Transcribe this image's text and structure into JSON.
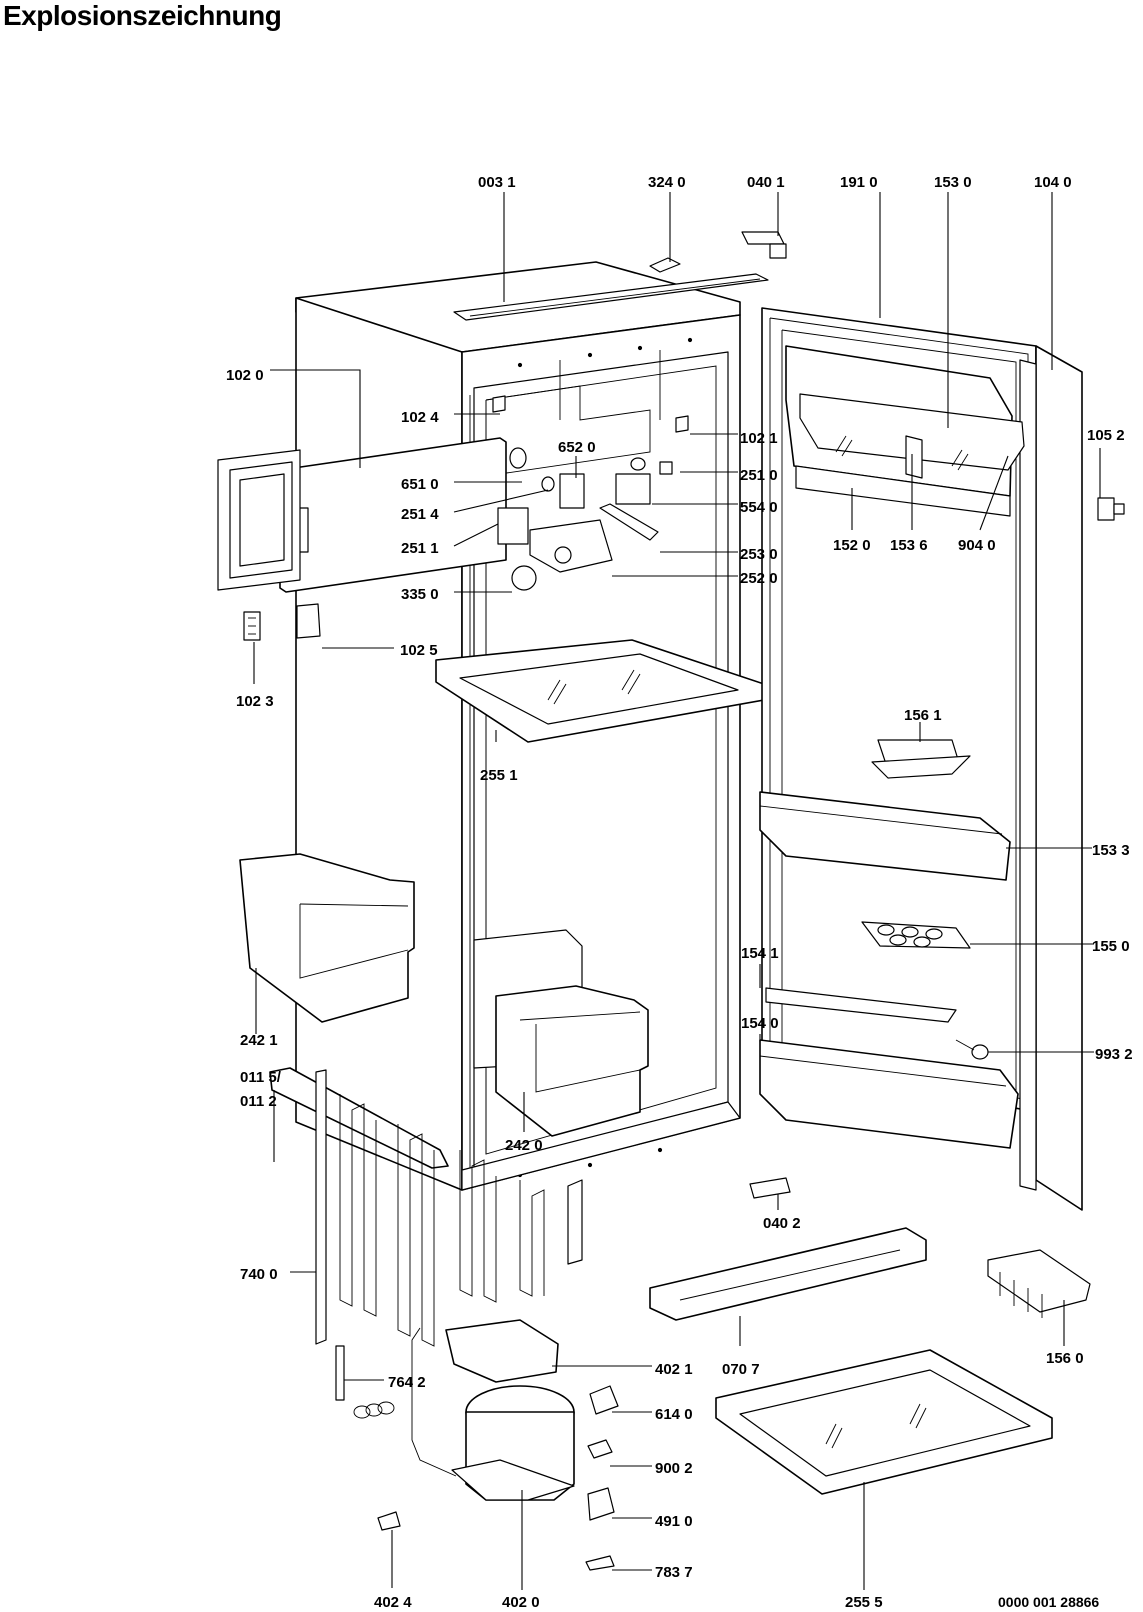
{
  "title": "Explosionszeichnung",
  "drawing_number": "0000 001 28866",
  "labels": {
    "l0031": "003 1",
    "l3240": "324 0",
    "l0401": "040 1",
    "l1910": "191 0",
    "l1530": "153 0",
    "l1040": "104 0",
    "l1020": "102 0",
    "l1024": "102 4",
    "l6520": "652 0",
    "l1021": "102 1",
    "l6510": "651 0",
    "l2510": "251 0",
    "l1052": "105 2",
    "l2514": "251 4",
    "l5540": "554 0",
    "l1520": "152 0",
    "l1536": "153 6",
    "l9040": "904 0",
    "l2511": "251 1",
    "l2530": "253 0",
    "l2520": "252 0",
    "l3350": "335 0",
    "l1025": "102 5",
    "l1023": "102 3",
    "l2551": "255 1",
    "l1561": "156 1",
    "l1533": "153 3",
    "l1541": "154 1",
    "l1550": "155 0",
    "l1540": "154 0",
    "l2421": "242 1",
    "l9932": "993 2",
    "l2420": "242 0",
    "l0115": "011 5/",
    "l0112": "011 2",
    "l0402": "040 2",
    "l7400": "740 0",
    "l1560": "156 0",
    "l7642": "764 2",
    "l4021": "402 1",
    "l0707": "070 7",
    "l6140": "614 0",
    "l9002": "900 2",
    "l4910": "491 0",
    "l7837": "783 7",
    "l4024": "402 4",
    "l4020": "402 0",
    "l2555": "255 5"
  }
}
